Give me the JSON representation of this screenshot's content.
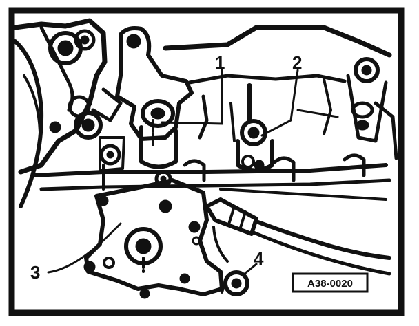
{
  "callouts": [
    {
      "id": "1",
      "label": "1"
    },
    {
      "id": "2",
      "label": "2"
    },
    {
      "id": "3",
      "label": "3"
    },
    {
      "id": "4",
      "label": "4"
    }
  ],
  "reference_code": "A38-0020",
  "colors": {
    "ink": "#111111",
    "paper": "#ffffff"
  }
}
